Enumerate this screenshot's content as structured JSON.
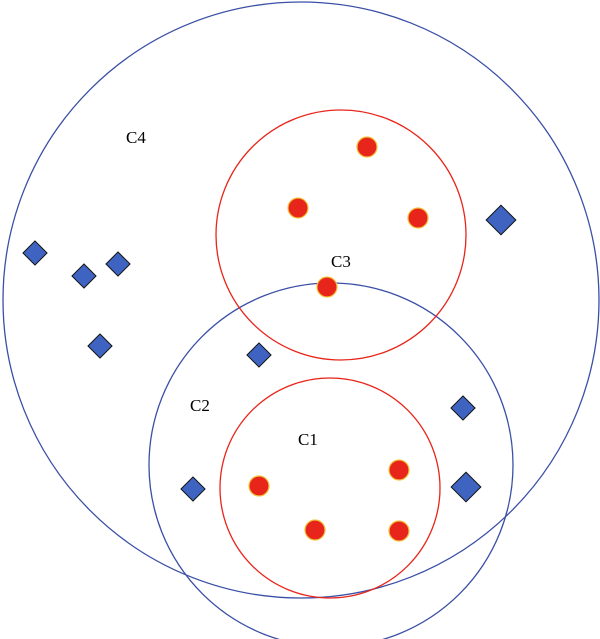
{
  "labels": {
    "c1": "C1",
    "c2": "C2",
    "c3": "C3",
    "c4": "C4"
  },
  "colors": {
    "blue_circle": "#3a4fa6",
    "red_circle": "#e8251b",
    "dot_fill": "#e8251b",
    "dot_stroke": "#f2c23a",
    "diamond_fill": "#3f63c0",
    "diamond_stroke": "#111111"
  }
}
